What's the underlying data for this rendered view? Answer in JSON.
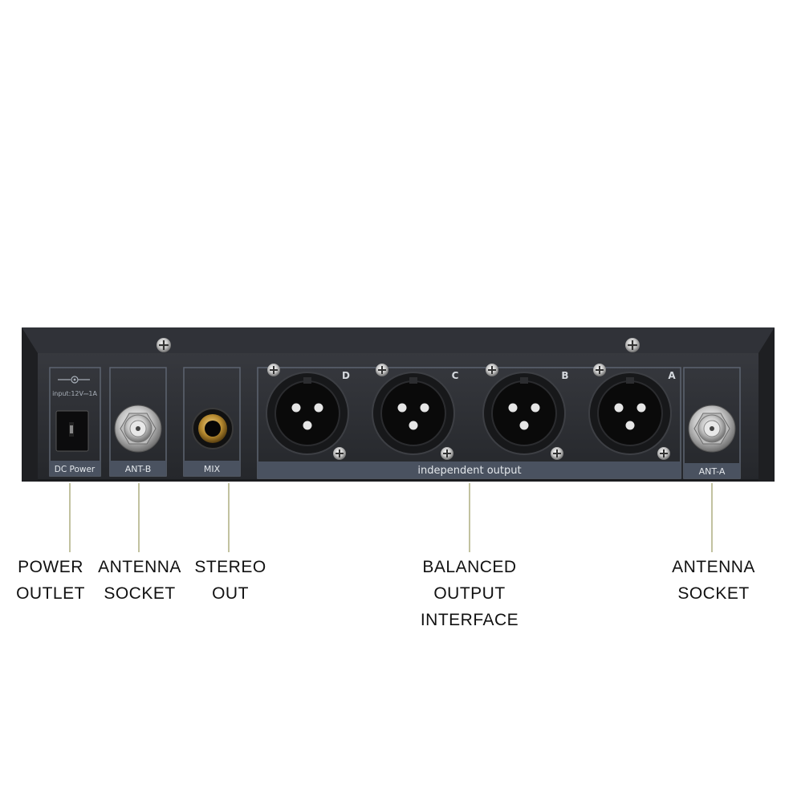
{
  "panel": {
    "dc_input_spec": "input:12V⎓1A",
    "dc_label": "DC Power",
    "ant_b_label": "ANT-B",
    "mix_label": "MIX",
    "output_group_label": "independent output",
    "ant_a_label": "ANT-A",
    "xlr_outputs": [
      {
        "channel": "D"
      },
      {
        "channel": "C"
      },
      {
        "channel": "B"
      },
      {
        "channel": "A"
      }
    ]
  },
  "callouts": [
    {
      "lines": [
        "POWER",
        "OUTLET"
      ]
    },
    {
      "lines": [
        "ANTENNA",
        "SOCKET"
      ]
    },
    {
      "lines": [
        "STEREO",
        "OUT"
      ]
    },
    {
      "lines": [
        "BALANCED",
        "OUTPUT",
        "INTERFACE"
      ]
    },
    {
      "lines": [
        "ANTENNA",
        "SOCKET"
      ]
    }
  ],
  "colors": {
    "chassis": "#2b2d31",
    "label_strip": "#4a5260",
    "leader_line": "#9a9a60",
    "chrome": "#c9c9c9"
  }
}
